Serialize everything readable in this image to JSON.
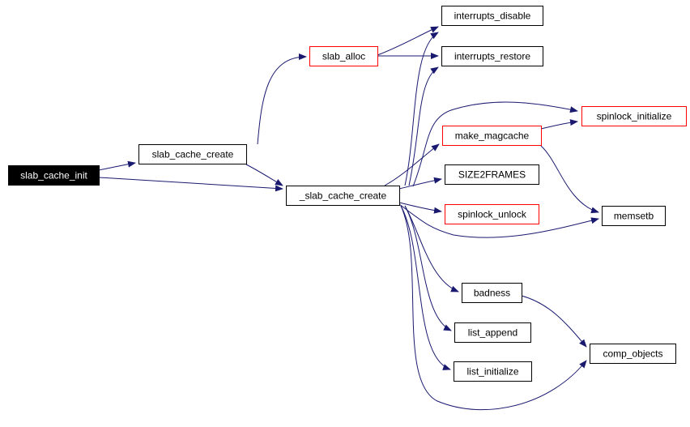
{
  "colors": {
    "edge": "#191970",
    "node_border": "#000000",
    "node_border_linked": "#ff0000",
    "root_fill": "#000000",
    "root_text": "#ffffff",
    "node_fill": "#ffffff",
    "node_text": "#000000"
  },
  "nodes": {
    "slab_cache_init": {
      "label": "slab_cache_init",
      "style": "root"
    },
    "slab_cache_create": {
      "label": "slab_cache_create",
      "style": "plain"
    },
    "_slab_cache_create": {
      "label": "_slab_cache_create",
      "style": "plain"
    },
    "slab_alloc": {
      "label": "slab_alloc",
      "style": "linked"
    },
    "interrupts_disable": {
      "label": "interrupts_disable",
      "style": "plain"
    },
    "interrupts_restore": {
      "label": "interrupts_restore",
      "style": "plain"
    },
    "spinlock_initialize": {
      "label": "spinlock_initialize",
      "style": "linked"
    },
    "make_magcache": {
      "label": "make_magcache",
      "style": "linked"
    },
    "SIZE2FRAMES": {
      "label": "SIZE2FRAMES",
      "style": "plain"
    },
    "spinlock_unlock": {
      "label": "spinlock_unlock",
      "style": "linked"
    },
    "memsetb": {
      "label": "memsetb",
      "style": "plain"
    },
    "badness": {
      "label": "badness",
      "style": "plain"
    },
    "list_append": {
      "label": "list_append",
      "style": "plain"
    },
    "comp_objects": {
      "label": "comp_objects",
      "style": "plain"
    },
    "list_initialize": {
      "label": "list_initialize",
      "style": "plain"
    }
  },
  "edges": [
    {
      "from": "slab_cache_init",
      "to": "slab_cache_create"
    },
    {
      "from": "slab_cache_init",
      "to": "_slab_cache_create"
    },
    {
      "from": "slab_cache_create",
      "to": "slab_alloc"
    },
    {
      "from": "slab_cache_create",
      "to": "_slab_cache_create"
    },
    {
      "from": "slab_alloc",
      "to": "interrupts_disable"
    },
    {
      "from": "slab_alloc",
      "to": "interrupts_restore"
    },
    {
      "from": "_slab_cache_create",
      "to": "interrupts_disable"
    },
    {
      "from": "_slab_cache_create",
      "to": "interrupts_restore"
    },
    {
      "from": "_slab_cache_create",
      "to": "spinlock_initialize"
    },
    {
      "from": "_slab_cache_create",
      "to": "make_magcache"
    },
    {
      "from": "_slab_cache_create",
      "to": "SIZE2FRAMES"
    },
    {
      "from": "_slab_cache_create",
      "to": "spinlock_unlock"
    },
    {
      "from": "_slab_cache_create",
      "to": "memsetb"
    },
    {
      "from": "_slab_cache_create",
      "to": "badness"
    },
    {
      "from": "_slab_cache_create",
      "to": "list_append"
    },
    {
      "from": "_slab_cache_create",
      "to": "list_initialize"
    },
    {
      "from": "_slab_cache_create",
      "to": "comp_objects"
    },
    {
      "from": "make_magcache",
      "to": "spinlock_initialize"
    },
    {
      "from": "make_magcache",
      "to": "memsetb"
    },
    {
      "from": "badness",
      "to": "comp_objects"
    }
  ]
}
